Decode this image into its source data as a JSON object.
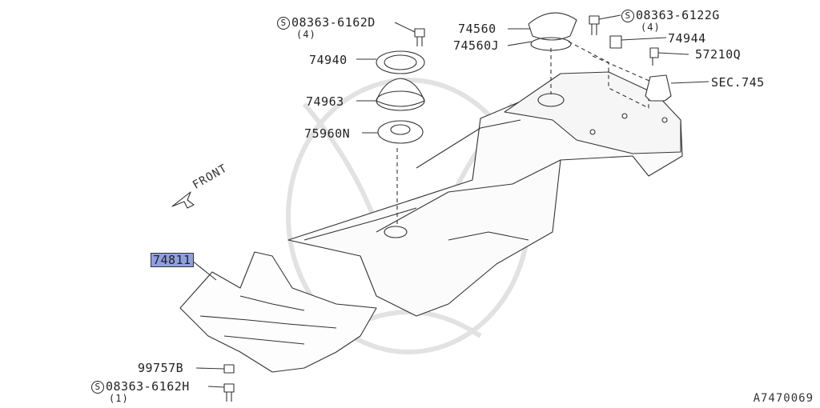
{
  "diagram_id": "A7470069",
  "front_label": "FRONT",
  "parts": [
    {
      "number": "08363-6162D",
      "qty": "(4)",
      "prefix": "S"
    },
    {
      "number": "74940"
    },
    {
      "number": "74963"
    },
    {
      "number": "75960N"
    },
    {
      "number": "74560"
    },
    {
      "number": "74560J"
    },
    {
      "number": "08363-6122G",
      "qty": "(4)",
      "prefix": "S"
    },
    {
      "number": "74944"
    },
    {
      "number": "57210Q"
    },
    {
      "number": "SEC.745"
    },
    {
      "number": "74811",
      "highlighted": true
    },
    {
      "number": "99757B"
    },
    {
      "number": "08363-6162H",
      "qty": "(1)",
      "prefix": "S"
    }
  ]
}
